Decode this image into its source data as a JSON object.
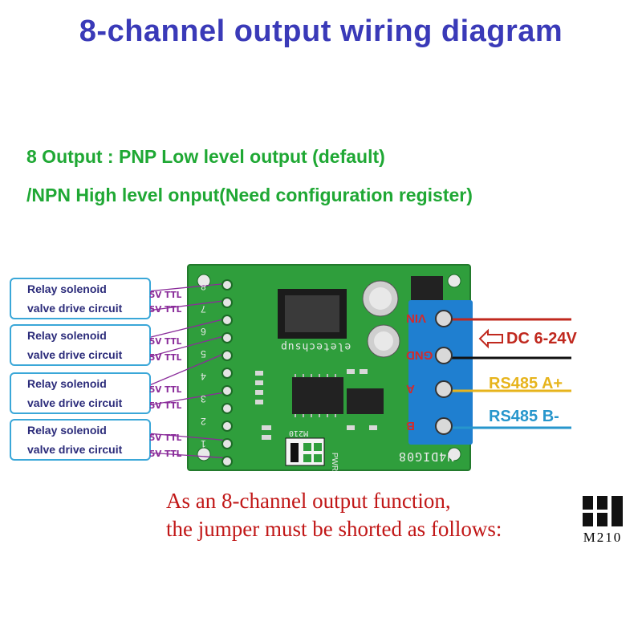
{
  "title": "8-channel output wiring diagram",
  "subtitle_line1": "8 Output : PNP Low level output (default)",
  "subtitle_line2": "/NPN High level onput(Need configuration register)",
  "relays": [
    {
      "line1": "Relay solenoid",
      "line2": "valve drive circuit"
    },
    {
      "line1": "Relay solenoid",
      "line2": "valve drive circuit"
    },
    {
      "line1": "Relay solenoid",
      "line2": "valve drive circuit"
    },
    {
      "line1": "Relay solenoid",
      "line2": "valve drive circuit"
    }
  ],
  "ttl_label": "5V TTL",
  "board": {
    "brand": "eletechsup",
    "model": "N4DIG08",
    "pwr": "PWR",
    "jumper_label": "M210",
    "terminals": [
      "VIN",
      "GND",
      "A",
      "B"
    ],
    "pin_labels": [
      "8",
      "7",
      "6",
      "5",
      "4",
      "3",
      "2",
      "1"
    ]
  },
  "labels": {
    "dc": "DC 6-24V",
    "rs485_a": "RS485 A+",
    "rs485_b": "RS485 B-"
  },
  "note_line1": "As an 8-channel output function,",
  "note_line2": "the jumper must be shorted as follows:",
  "jumper_caption": "M210",
  "colors": {
    "title": "#3a3ab8",
    "subtitle": "#1fa834",
    "board": "#2f9e3c",
    "vin_wire": "#c0281e",
    "gnd_wire": "#111111",
    "a_wire": "#e7b41c",
    "b_wire": "#2796cc",
    "note": "#c11717",
    "ttl_wire": "#8a2c9a",
    "terminal_block": "#1f7fd0"
  }
}
